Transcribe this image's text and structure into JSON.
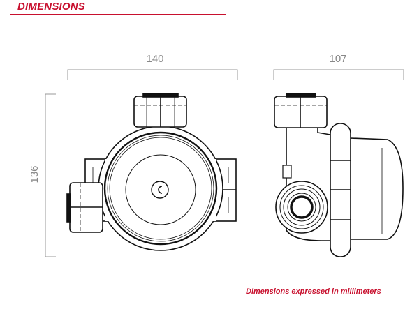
{
  "header": {
    "title": "DIMENSIONS"
  },
  "dimensions": {
    "width": "140",
    "depth": "107",
    "height": "136"
  },
  "footnote": "Dimensions expressed in millimeters",
  "colors": {
    "accent": "#c8102e",
    "dimension_lines": "#999999",
    "drawing": "#111111"
  }
}
